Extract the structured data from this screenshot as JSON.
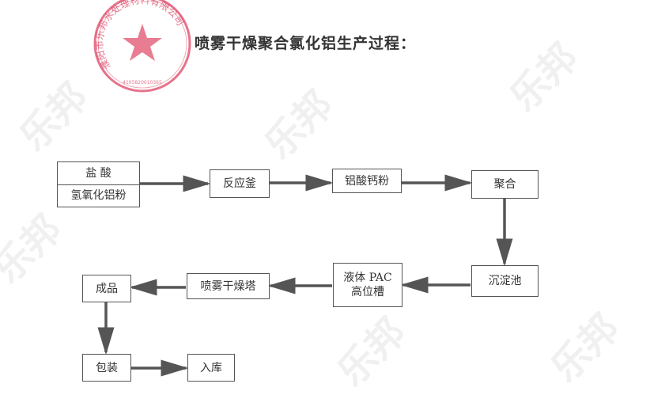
{
  "title": "喷雾干燥聚合氯化铝生产过程：",
  "stamp": {
    "text": "濮阳市乐邦水处理材料有限公司",
    "number": "4105820010365",
    "color": "#e0506e"
  },
  "watermark": "乐邦",
  "nodes": {
    "input_top": "盐 酸",
    "input_bottom": "氢氧化铝粉",
    "reactor": "反应釜",
    "calcium_aluminate": "铝酸钙粉",
    "polymerize": "聚合",
    "settling": "沉淀池",
    "tank_line1": "液体 PAC",
    "tank_line2": "高位槽",
    "spray_dryer": "喷雾干燥塔",
    "product": "成品",
    "packaging": "包装",
    "storage": "入库"
  }
}
